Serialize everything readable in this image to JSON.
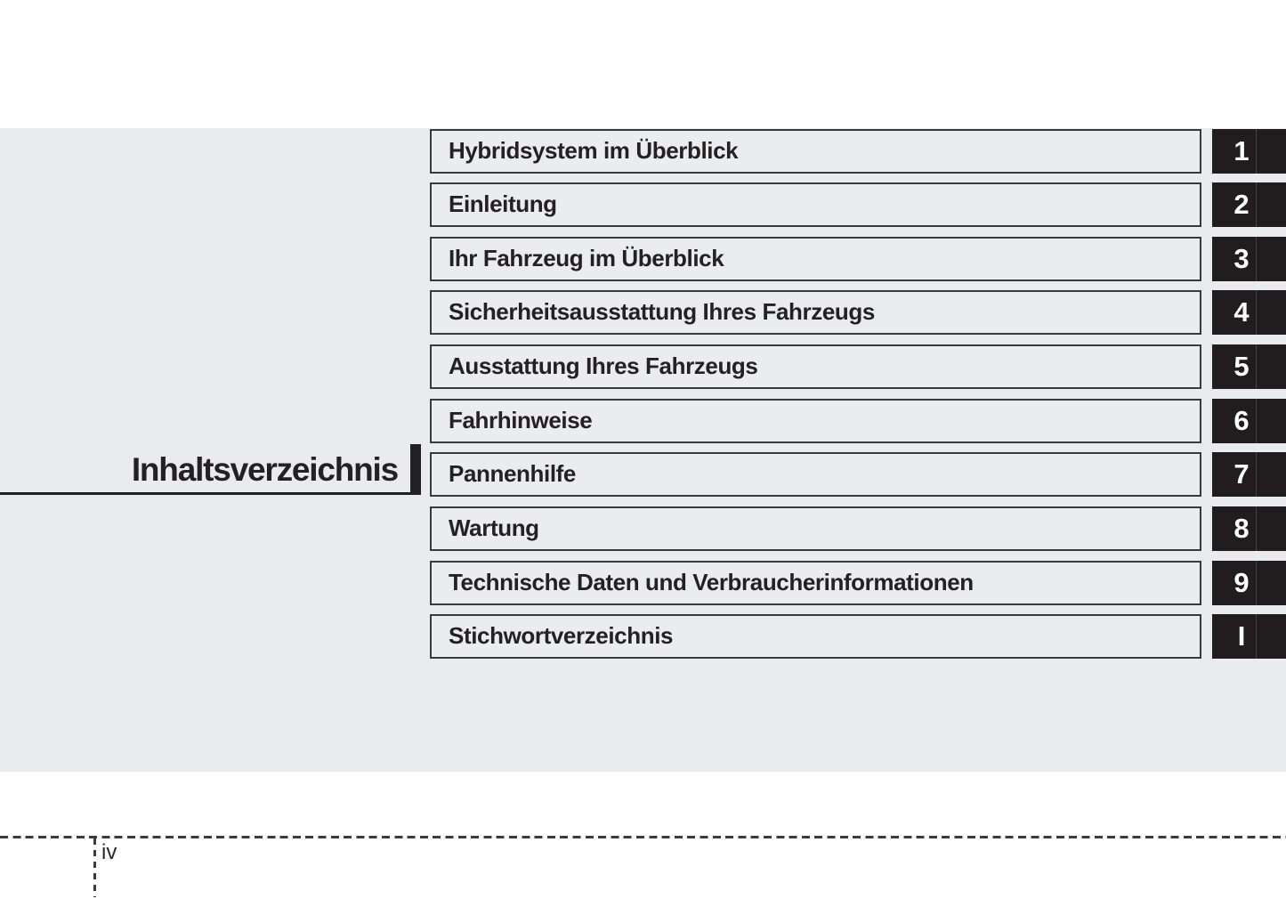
{
  "title": {
    "text": "Inhaltsverzeichnis"
  },
  "footer": {
    "page_number": "iv"
  },
  "chapters": [
    {
      "label": "Hybridsystem im Überblick",
      "tab": "1"
    },
    {
      "label": "Einleitung",
      "tab": "2"
    },
    {
      "label": "Ihr Fahrzeug im Überblick",
      "tab": "3"
    },
    {
      "label": "Sicherheitsausstattung Ihres Fahrzeugs",
      "tab": "4"
    },
    {
      "label": "Ausstattung Ihres Fahrzeugs",
      "tab": "5"
    },
    {
      "label": "Fahrhinweise",
      "tab": "6"
    },
    {
      "label": "Pannenhilfe",
      "tab": "7"
    },
    {
      "label": "Wartung",
      "tab": "8"
    },
    {
      "label": "Technische Daten und Verbraucherinformationen",
      "tab": "9"
    },
    {
      "label": "Stichwortverzeichnis",
      "tab": "I"
    }
  ],
  "colors": {
    "page-bg": "#ffffff",
    "band-bg": "#eaebed",
    "box-bg": "#ebecee",
    "box-border": "#3a393b",
    "tab-bg": "#211d1e",
    "tab-divider": "#474142",
    "tab-text": "#ffffff",
    "text": "#252122",
    "accent": "#232021",
    "dash": "#3b3b3b"
  }
}
